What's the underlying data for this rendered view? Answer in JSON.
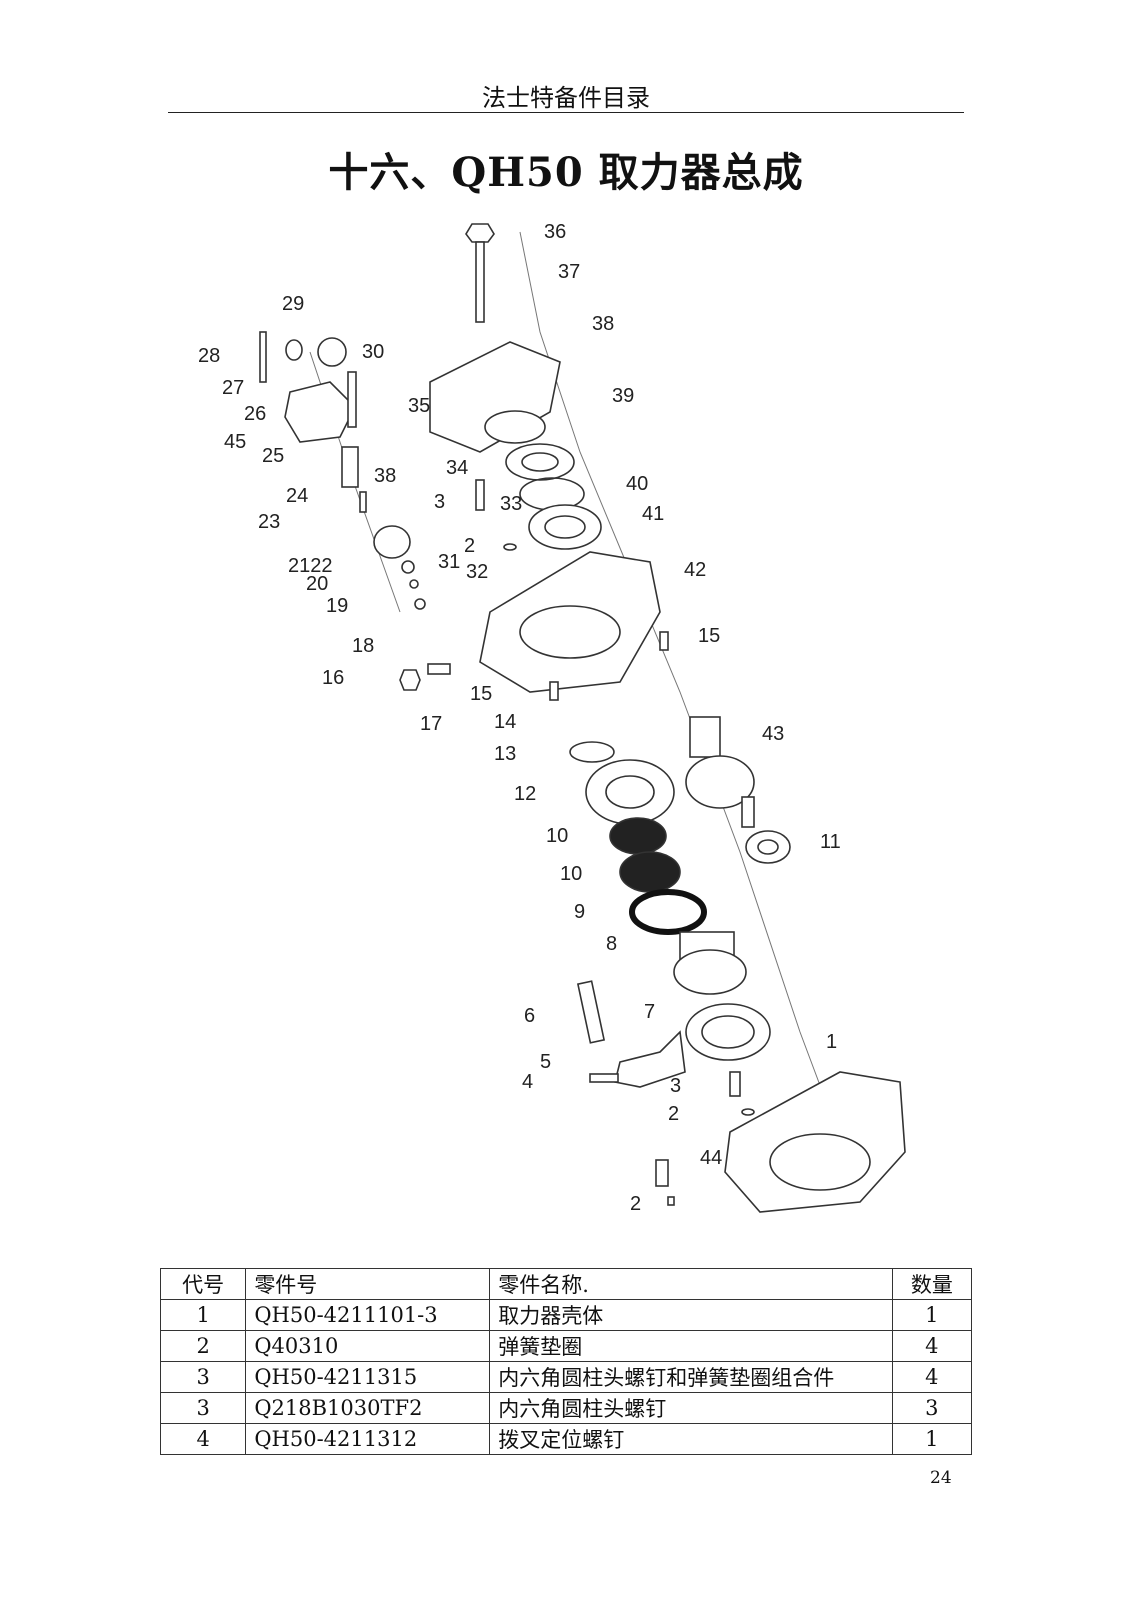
{
  "running_head": "法士特备件目录",
  "title": "十六、QH50 取力器总成",
  "diagram": {
    "callouts": [
      "36",
      "37",
      "38",
      "39",
      "28",
      "29",
      "30",
      "27",
      "26",
      "45",
      "25",
      "35",
      "38",
      "34",
      "40",
      "41",
      "24",
      "3",
      "33",
      "23",
      "2122",
      "2",
      "42",
      "20",
      "19",
      "31",
      "32",
      "15",
      "18",
      "16",
      "17",
      "15",
      "14",
      "13",
      "43",
      "12",
      "10",
      "10",
      "11",
      "9",
      "8",
      "7",
      "6",
      "5",
      "4",
      "3",
      "2",
      "1",
      "44",
      "2"
    ]
  },
  "table": {
    "headers": [
      "代号",
      "零件号",
      "零件名称.",
      "数量"
    ],
    "rows": [
      [
        "1",
        "QH50-4211101-3",
        "取力器壳体",
        "1"
      ],
      [
        "2",
        "Q40310",
        "弹簧垫圈",
        "4"
      ],
      [
        "3",
        "QH50-4211315",
        "内六角圆柱头螺钉和弹簧垫圈组合件",
        "4"
      ],
      [
        "3",
        "Q218B1030TF2",
        "内六角圆柱头螺钉",
        "3"
      ],
      [
        "4",
        "QH50-4211312",
        "拨叉定位螺钉",
        "1"
      ]
    ]
  },
  "page_number": "24"
}
